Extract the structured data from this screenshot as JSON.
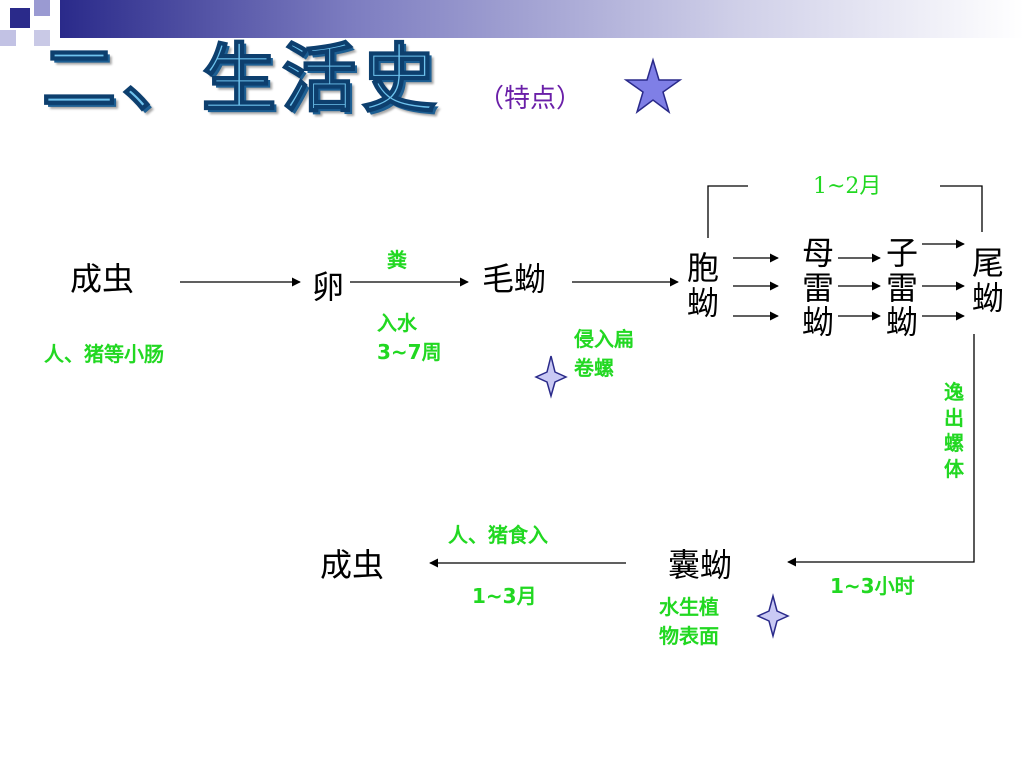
{
  "title": "二、生活史",
  "subtitle": "（特点）",
  "nodes": {
    "adult_start": "成虫",
    "egg": "卵",
    "miracidium": "毛蚴",
    "sporocyst": "胞蚴",
    "mother_redia": "母雷蚴",
    "daughter_redia": "子雷蚴",
    "cercaria": "尾蚴",
    "metacercaria": "囊蚴",
    "adult_end": "成虫"
  },
  "notes": {
    "host_site": "人、猪等小肠",
    "feces": "粪",
    "enter_water": "入水",
    "egg_duration": "3~7周",
    "invade_snail_1": "侵入扁",
    "invade_snail_2": "卷螺",
    "snail_duration": "1~2月",
    "escape_snail": "逸出螺体",
    "cercaria_duration": "1~3小时",
    "plant_surface_1": "水生植",
    "plant_surface_2": "物表面",
    "human_pig_ingest": "人、猪食入",
    "adult_duration": "1~3月"
  },
  "colors": {
    "note": "#22d822",
    "subtitle": "#6a1fa8",
    "star": "#7f7fe6"
  }
}
